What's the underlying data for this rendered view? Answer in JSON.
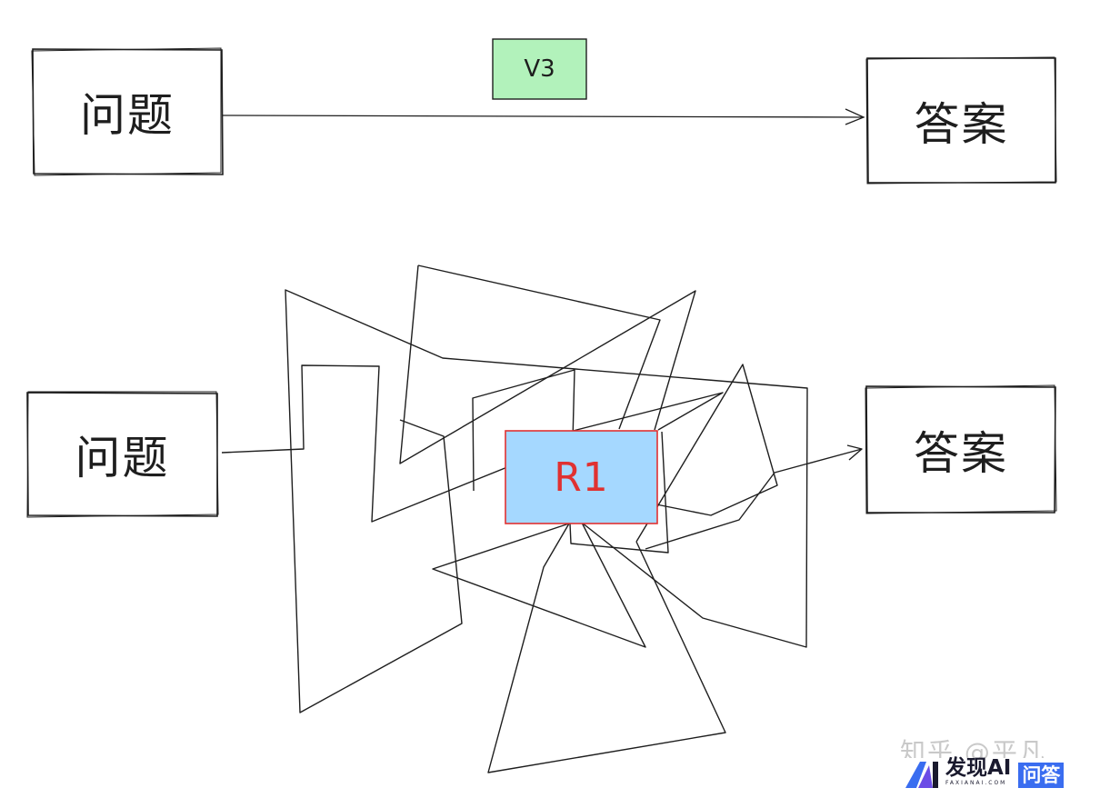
{
  "nodes": {
    "question_top": "问题",
    "answer_top": "答案",
    "model_v3": "V3",
    "question_bottom": "问题",
    "answer_bottom": "答案",
    "model_r1": "R1"
  },
  "watermark": {
    "zhihu": "知乎 @平凡",
    "brand_name": "发现AI",
    "brand_domain": "FAXIANAI.COM",
    "brand_tag": "问答"
  },
  "colors": {
    "stroke": "#1e1e1e",
    "v3_fill": "#b2f2bb",
    "r1_fill": "#a5d8ff",
    "r1_stroke": "#e03131",
    "brand_blue": "#3a6df0"
  }
}
